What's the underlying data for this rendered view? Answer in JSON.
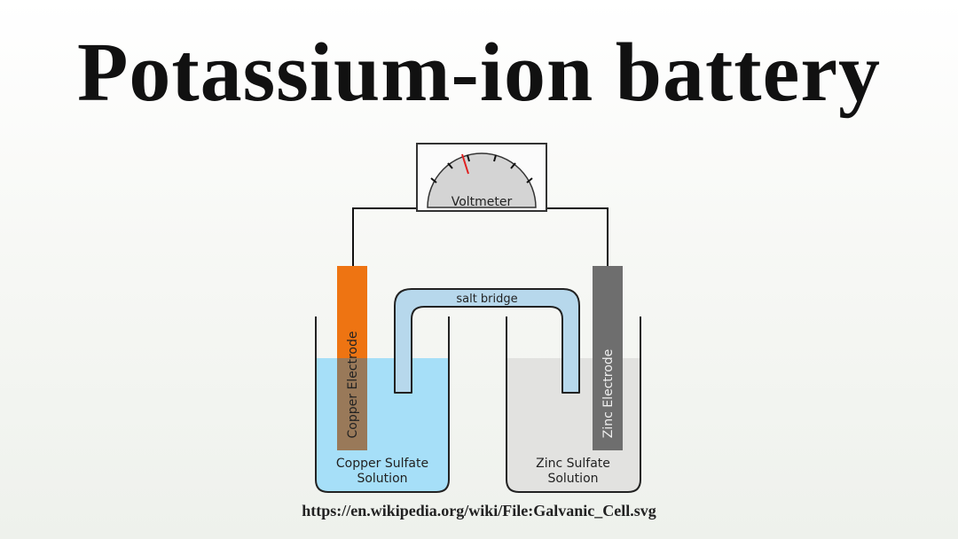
{
  "title": "Potassium-ion battery",
  "source_url": "https://en.wikipedia.org/wiki/File:Galvanic_Cell.svg",
  "diagram": {
    "voltmeter_label": "Voltmeter",
    "salt_bridge_label": "salt bridge",
    "copper_electrode_label": "Copper Electrode",
    "zinc_electrode_label": "Zinc Electrode",
    "left_solution_line1": "Copper Sulfate",
    "left_solution_line2": "Solution",
    "right_solution_line1": "Zinc Sulfate",
    "right_solution_line2": "Solution"
  },
  "colors": {
    "copper": "#ee7412",
    "zinc": "#6e6e6e",
    "copper_solution": "#a6dff8",
    "zinc_solution": "#e2e2e0",
    "salt_bridge": "#b7d8ec",
    "needle": "#e02020"
  }
}
